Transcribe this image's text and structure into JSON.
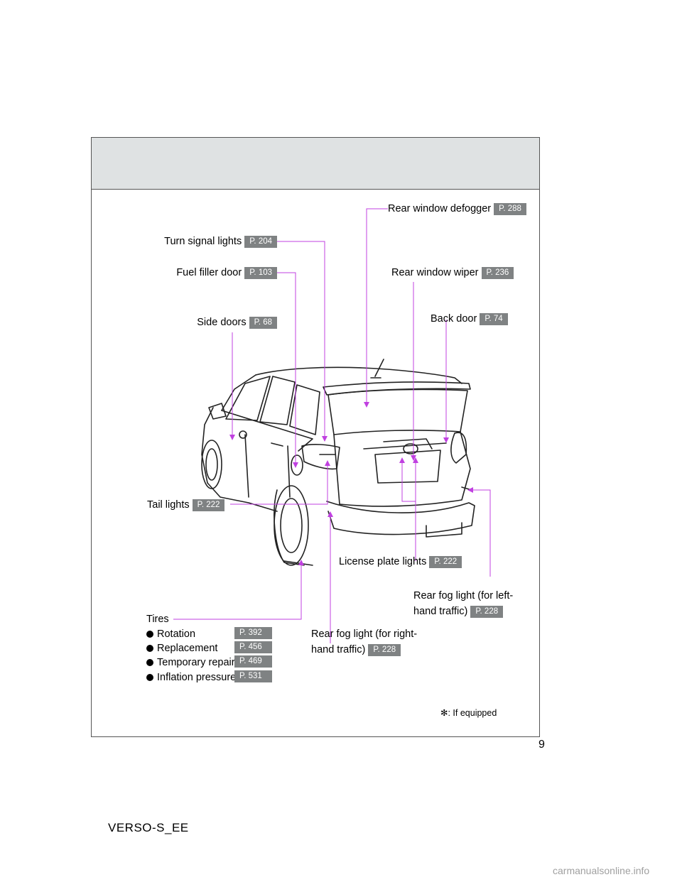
{
  "labels": {
    "rear_window_defogger": {
      "text": "Rear window defogger",
      "page": "P. 288"
    },
    "turn_signal_lights": {
      "text": "Turn signal lights",
      "page": "P. 204"
    },
    "fuel_filler_door": {
      "text": "Fuel filler door",
      "page": "P. 103"
    },
    "rear_window_wiper": {
      "text": "Rear window wiper",
      "page": "P. 236"
    },
    "side_doors": {
      "text": "Side doors",
      "page": "P. 68"
    },
    "back_door": {
      "text": "Back door",
      "page": "P. 74"
    },
    "tail_lights": {
      "text": "Tail lights",
      "page": "P. 222"
    },
    "license_plate_lights": {
      "text": "License plate lights",
      "page": "P. 222"
    },
    "rear_fog_left": {
      "line1": "Rear fog light (for left-",
      "line2": "hand traffic)",
      "page": "P. 228"
    },
    "rear_fog_right": {
      "line1": "Rear fog light (for right-",
      "line2": "hand traffic)",
      "page": "P. 228"
    }
  },
  "tires": {
    "title": "Tires",
    "items": [
      {
        "text": "Rotation",
        "page": "P. 392"
      },
      {
        "text": "Replacement",
        "page": "P. 456"
      },
      {
        "text": "Temporary repair",
        "page": "P. 469"
      },
      {
        "text": "Inflation pressure",
        "page": "P. 531"
      }
    ]
  },
  "note": {
    "symbol": "✻",
    "text": ": If equipped"
  },
  "page_number": "9",
  "footer_code": "VERSO-S_EE",
  "watermark": "carmanualsonline.info",
  "colors": {
    "leader": "#c040e0",
    "badge": "#7f8283",
    "header_band": "#dfe2e3"
  }
}
